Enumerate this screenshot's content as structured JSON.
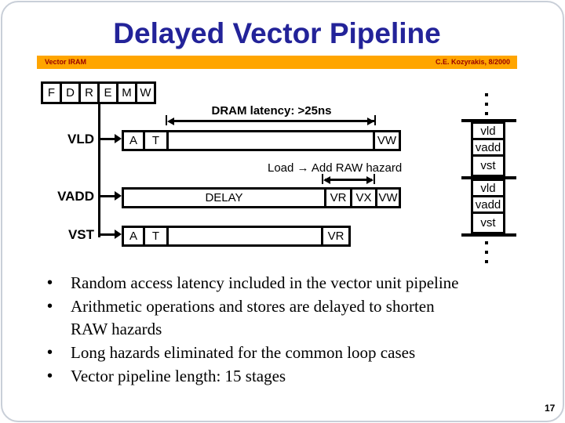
{
  "slide": {
    "title": "Delayed Vector Pipeline",
    "header": {
      "project": "Vector IRAM",
      "credit": "C.E. Kozyrakis, 8/2000"
    },
    "page_number": "17",
    "colors": {
      "title_text": "#232399",
      "header_bar": "#FFA500",
      "header_text": "#990000"
    }
  },
  "diagram": {
    "scalar_stages": [
      "F",
      "D",
      "R",
      "E",
      "M",
      "W"
    ],
    "dram_latency_label": "DRAM latency: >25ns",
    "hazard_label": "Load → Add RAW hazard",
    "rows": [
      {
        "label": "VLD",
        "cells": [
          "A",
          "T",
          "",
          "VW"
        ]
      },
      {
        "label": "VADD",
        "cells": [
          "DELAY",
          "VR",
          "VX",
          "VW"
        ]
      },
      {
        "label": "VST",
        "cells": [
          "A",
          "T",
          "",
          "VR"
        ]
      }
    ],
    "queue": {
      "groups": [
        [
          "vld",
          "vadd",
          "vst"
        ],
        [
          "vld",
          "vadd",
          "vst"
        ]
      ]
    }
  },
  "bullets": {
    "marker": "•",
    "items": [
      {
        "lines": [
          "Random access latency included in the vector unit pipeline"
        ]
      },
      {
        "lines": [
          "Arithmetic operations and stores are delayed to shorten",
          "RAW hazards"
        ]
      },
      {
        "lines": [
          "Long hazards eliminated for the common loop cases"
        ]
      },
      {
        "lines": [
          "Vector pipeline length: 15 stages"
        ]
      }
    ]
  }
}
